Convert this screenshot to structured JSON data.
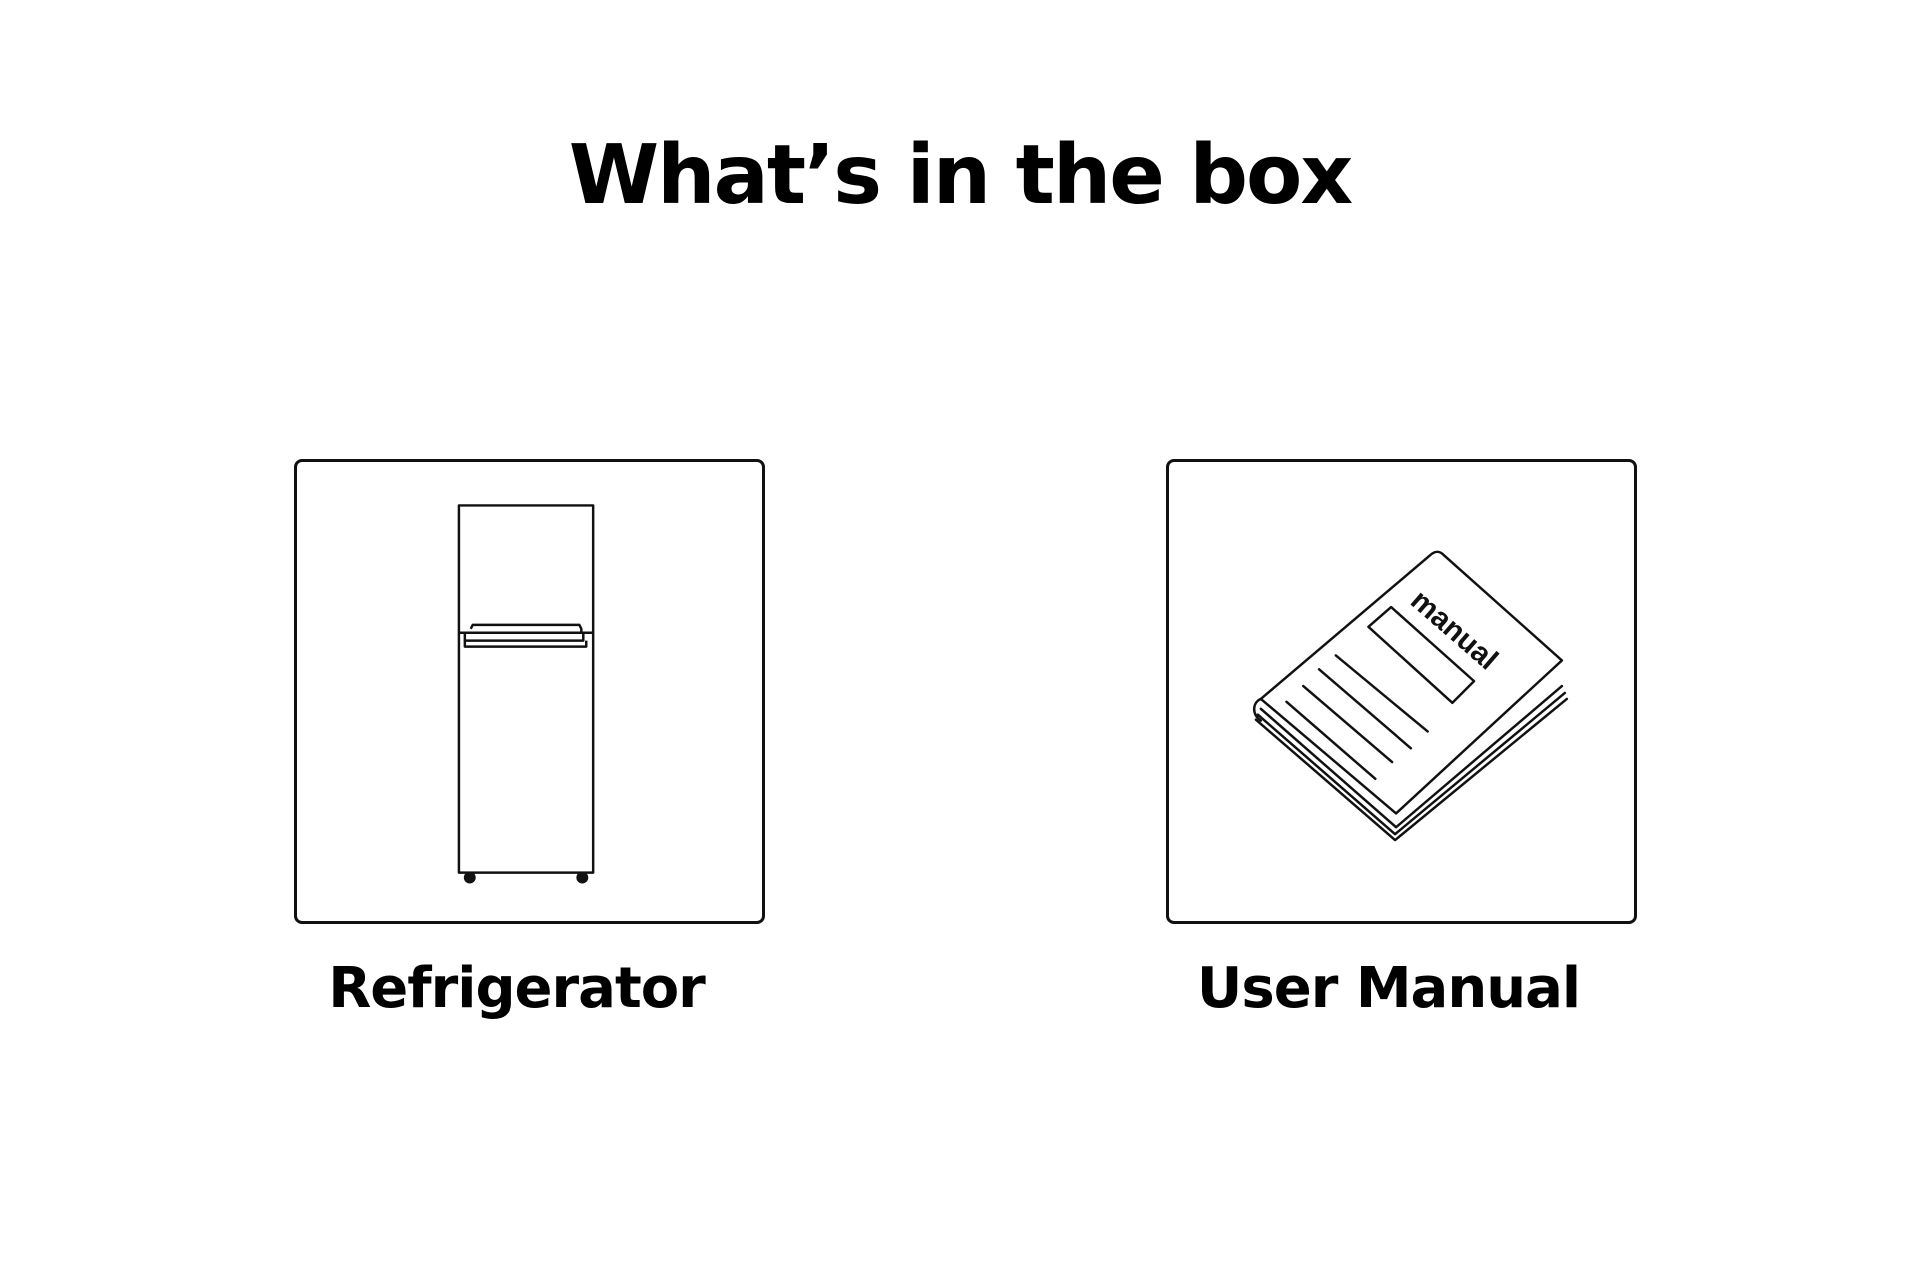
{
  "page": {
    "title": "What’s in the box"
  },
  "items": [
    {
      "label": "Refrigerator",
      "icon": "refrigerator-icon"
    },
    {
      "label": "User Manual",
      "icon": "manual-icon",
      "icon_text": "manual"
    }
  ],
  "colors": {
    "background": "#ffffff",
    "foreground": "#000000"
  }
}
